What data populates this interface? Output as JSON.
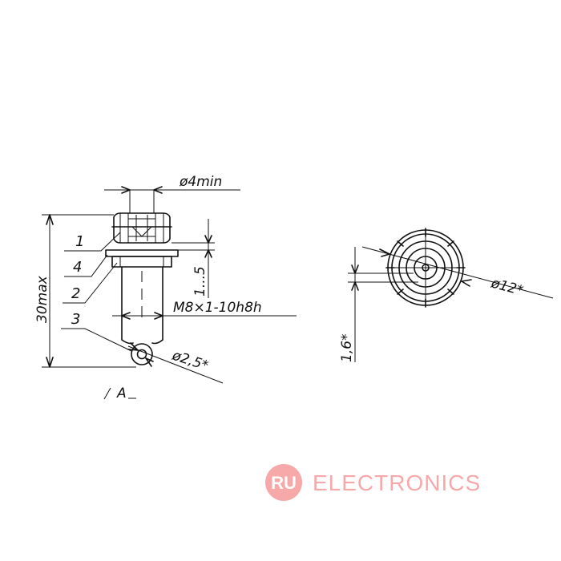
{
  "drawing": {
    "dimensions": {
      "bore": "ø4min",
      "length": "30max",
      "thread": "M8×1-10h8h",
      "range": "1...5",
      "lug_hole": "ø2,5*",
      "outer_diameter": "ø12*",
      "offset": "1,6*"
    },
    "part_numbers": [
      "1",
      "4",
      "2",
      "3"
    ],
    "view_label": "A"
  },
  "watermark": {
    "badge": "RU",
    "text": "ELECTRONICS",
    "badge_color": "#f7a8a8",
    "text_color": "#f7a8a8"
  }
}
